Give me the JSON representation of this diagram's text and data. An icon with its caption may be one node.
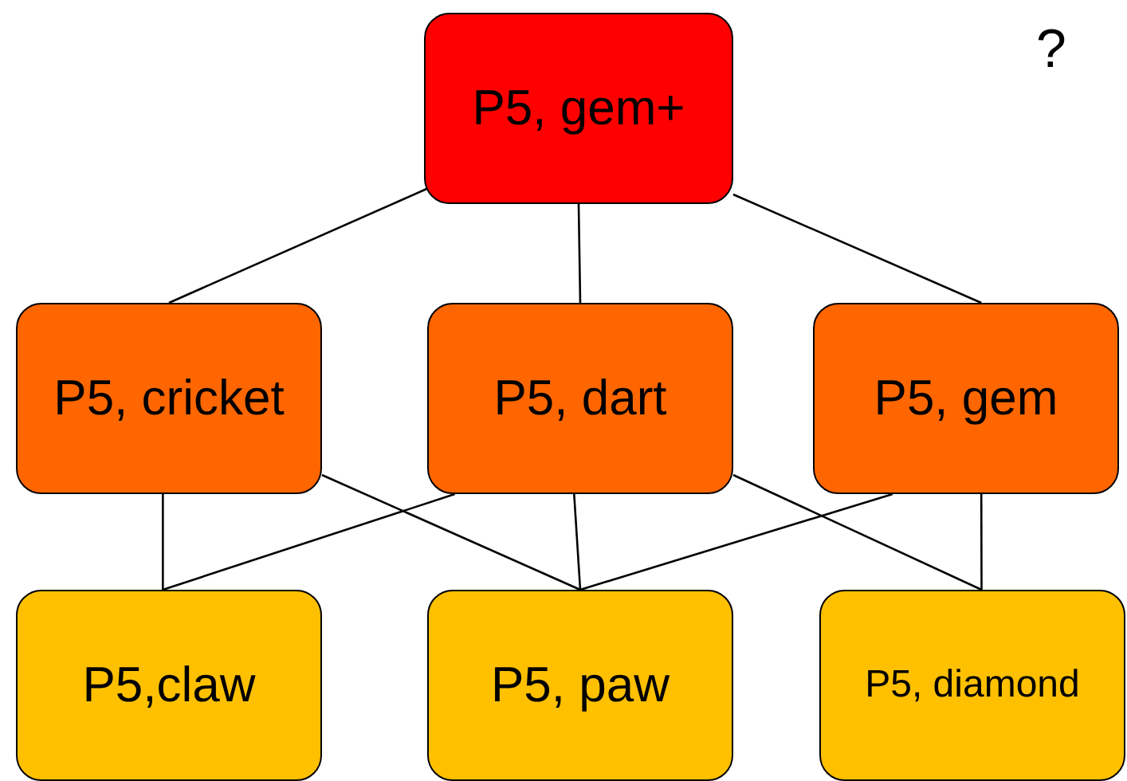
{
  "diagram": {
    "nodes": [
      {
        "text": [
          "P5, gem+"
        ]
      },
      {
        "text": [
          "P5, cricket"
        ]
      },
      {
        "text": [
          "P5, dart"
        ]
      },
      {
        "text": [
          "P5, gem"
        ]
      },
      {
        "text": [
          "P5,claw"
        ]
      },
      {
        "text": [
          "P5, paw"
        ]
      },
      {
        "text": [
          "P5, diamond"
        ]
      }
    ],
    "edges": [
      {
        "from": 0,
        "to": 1,
        "arrow": "none"
      },
      {
        "from": 0,
        "to": 2,
        "arrow": "none"
      },
      {
        "from": 0,
        "to": 3,
        "arrow": "none"
      },
      {
        "from": 1,
        "to": 4,
        "arrow": "none"
      },
      {
        "from": 1,
        "to": 5,
        "arrow": "none"
      },
      {
        "from": 2,
        "to": 4,
        "arrow": "none"
      },
      {
        "from": 2,
        "to": 5,
        "arrow": "none"
      },
      {
        "from": 2,
        "to": 6,
        "arrow": "none"
      },
      {
        "from": 3,
        "to": 5,
        "arrow": "none"
      },
      {
        "from": 3,
        "to": 6,
        "arrow": "none"
      }
    ],
    "labels": [
      "?"
    ]
  }
}
